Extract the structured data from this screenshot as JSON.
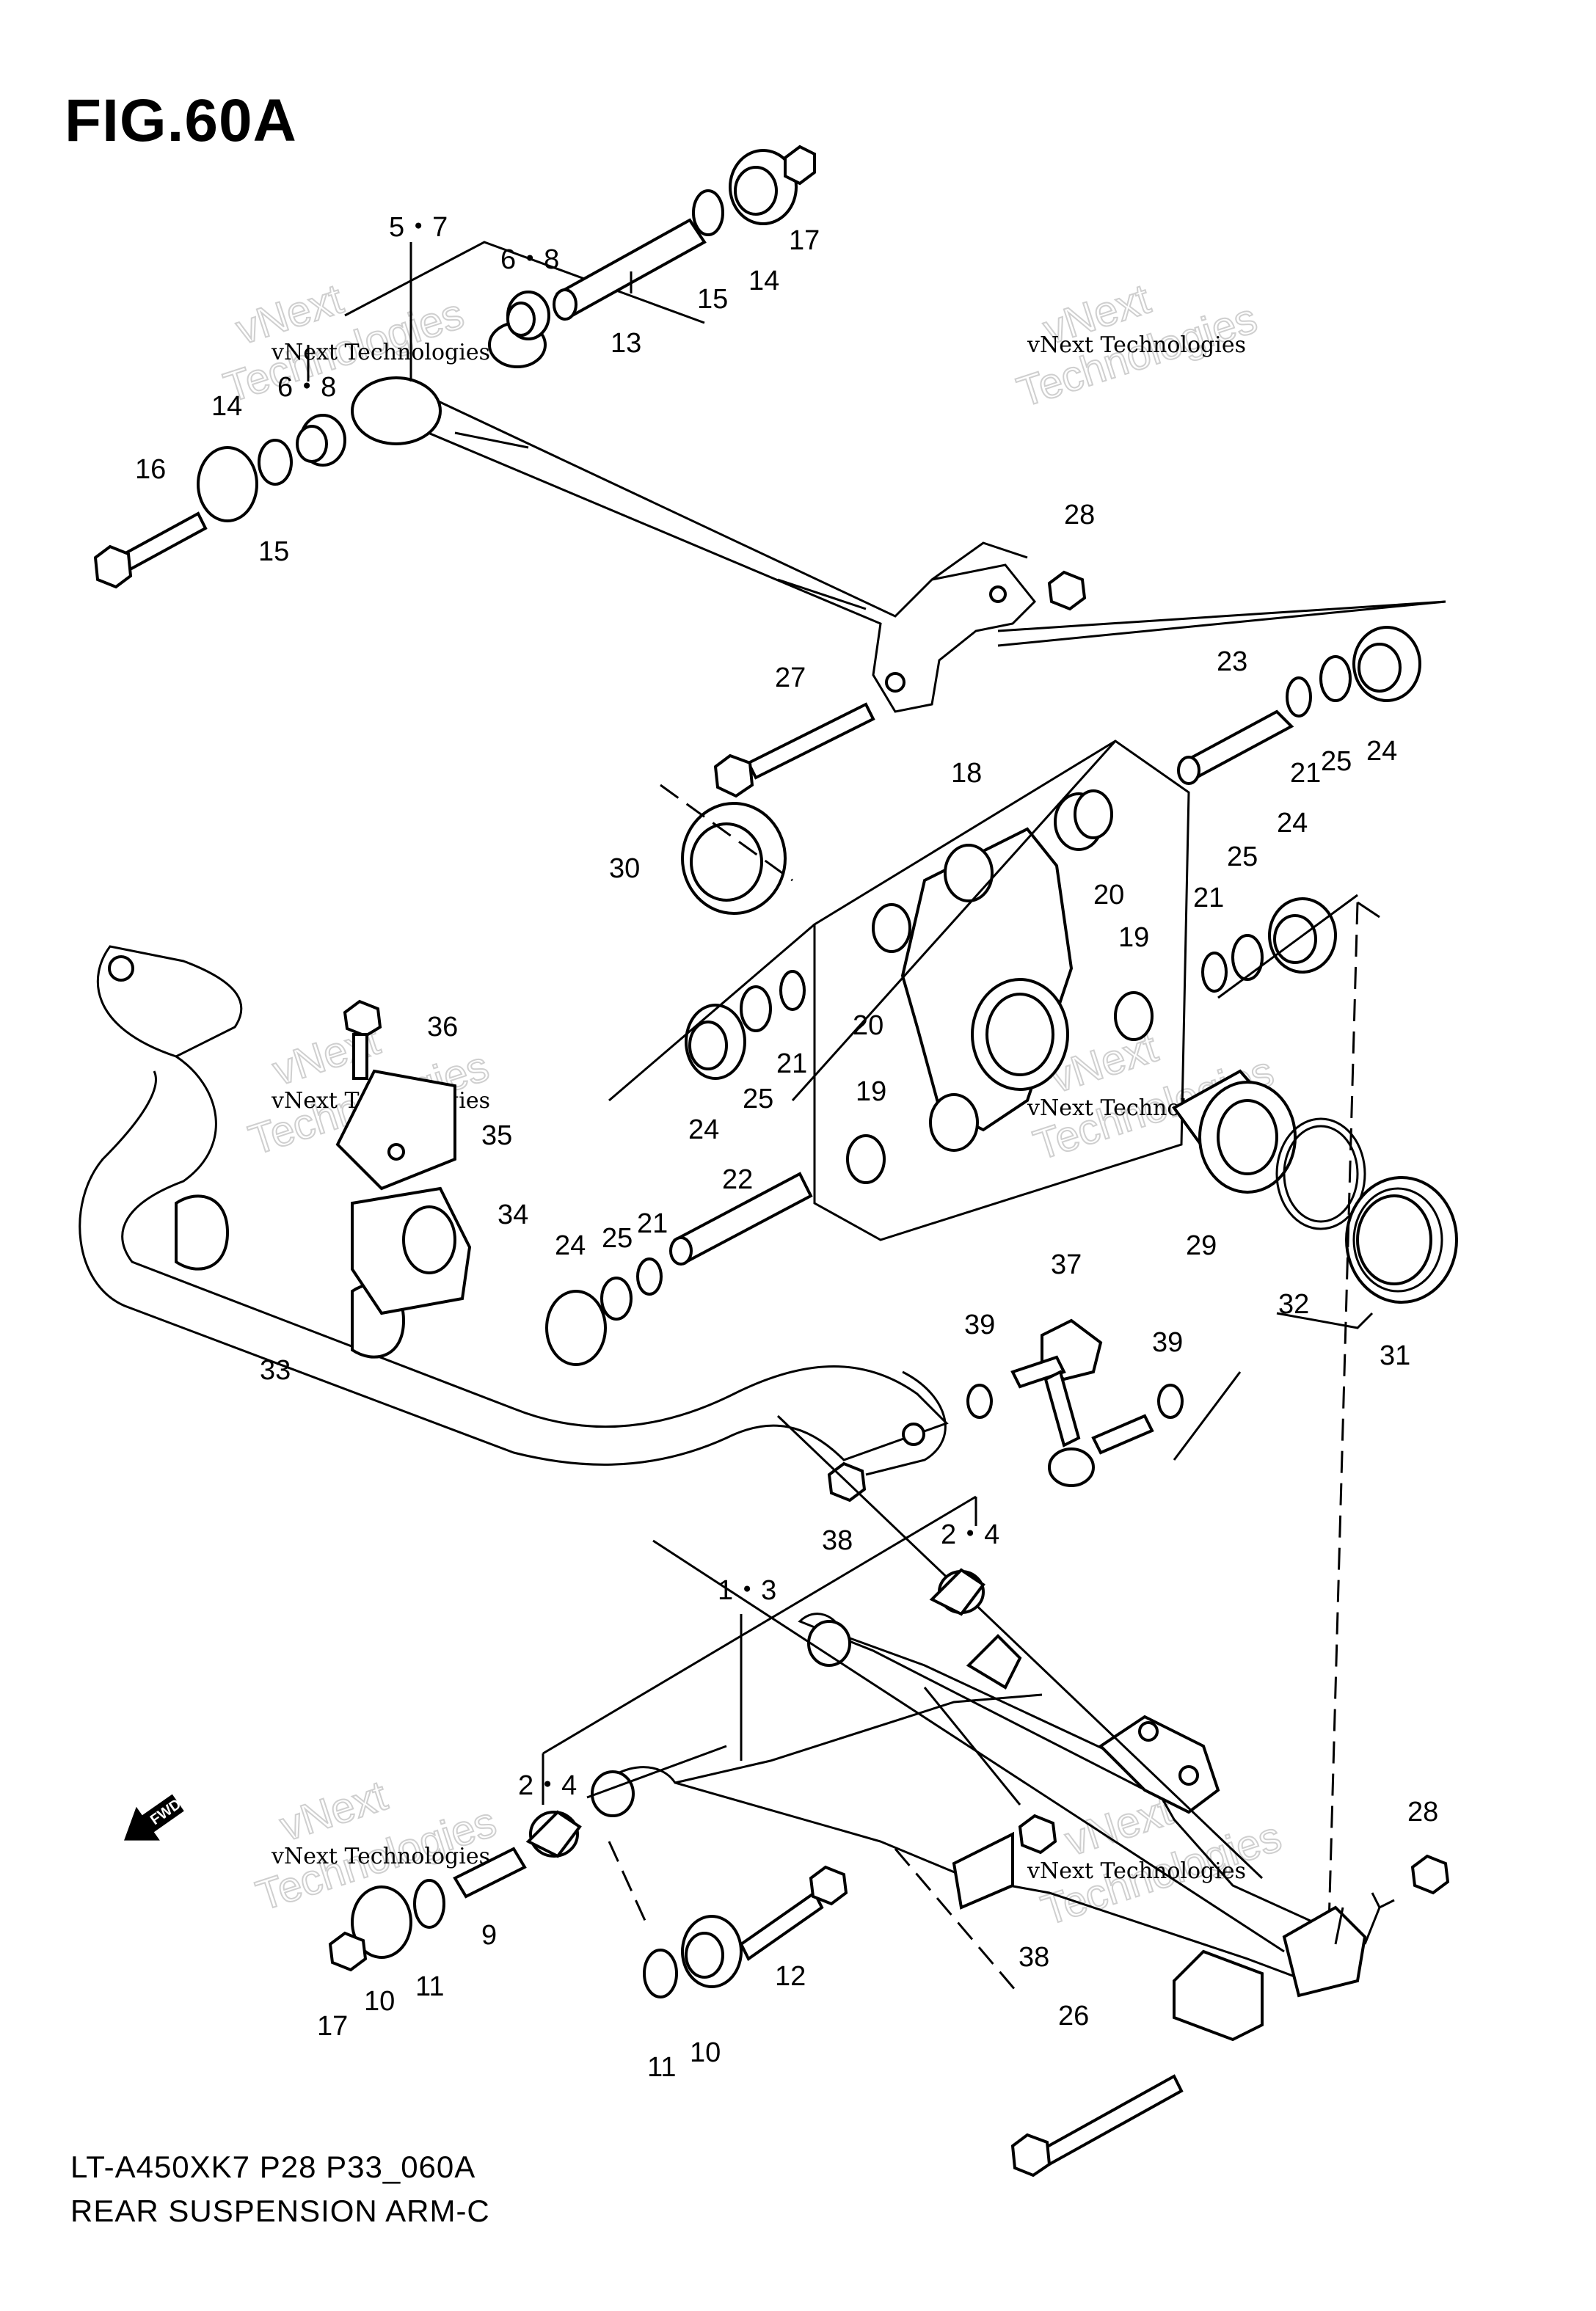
{
  "figure": {
    "title": "FIG.60A",
    "footer_code": "LT-A450XK7 P28 P33_060A",
    "footer_name": "REAR SUSPENSION ARM-C",
    "fwd_label": "FWD"
  },
  "watermark": {
    "line1": "vNext Technologies",
    "line2": "vNext",
    "line3": "Technologies"
  },
  "callouts": {
    "c5_7": "5・7",
    "c6_8a": "6・8",
    "c6_8b": "6・8",
    "c13": "13",
    "c14a": "14",
    "c14b": "14",
    "c15a": "15",
    "c15b": "15",
    "c16": "16",
    "c17a": "17",
    "c17b": "17",
    "c18": "18",
    "c19a": "19",
    "c19b": "19",
    "c20a": "20",
    "c20b": "20",
    "c21a": "21",
    "c21b": "21",
    "c21c": "21",
    "c21d": "21",
    "c22": "22",
    "c23": "23",
    "c24a": "24",
    "c24b": "24",
    "c24c": "24",
    "c24d": "24",
    "c25a": "25",
    "c25b": "25",
    "c25c": "25",
    "c25d": "25",
    "c26": "26",
    "c27": "27",
    "c28a": "28",
    "c28b": "28",
    "c29": "29",
    "c30": "30",
    "c31": "31",
    "c32": "32",
    "c33": "33",
    "c34": "34",
    "c35": "35",
    "c36": "36",
    "c37": "37",
    "c38a": "38",
    "c38b": "38",
    "c39a": "39",
    "c39b": "39",
    "c1_3": "1・3",
    "c2_4a": "2・4",
    "c2_4b": "2・4",
    "c9": "9",
    "c10a": "10",
    "c10b": "10",
    "c11a": "11",
    "c11b": "11",
    "c12": "12"
  }
}
